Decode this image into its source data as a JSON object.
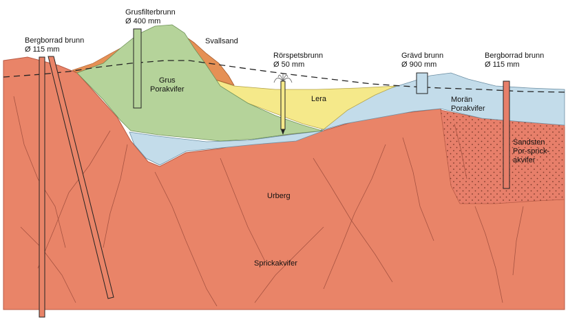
{
  "labels": {
    "bergborrad_left": {
      "line1": "Bergborrad brunn",
      "line2": "Ø 115 mm"
    },
    "grusfilter": {
      "line1": "Grusfilterbrunn",
      "line2": "Ø 400 mm"
    },
    "svallsand": "Svallsand",
    "rorspets": {
      "line1": "Rörspetsbrunn",
      "line2": "Ø 50 mm"
    },
    "gravd": {
      "line1": "Grävd brunn",
      "line2": "Ø 900 mm"
    },
    "bergborrad_right": {
      "line1": "Bergborrad brunn",
      "line2": "Ø 115 mm"
    },
    "grus": {
      "line1": "Grus",
      "line2": "Porakvifer"
    },
    "lera": "Lera",
    "moran": {
      "line1": "Morän",
      "line2": "Porakvifer"
    },
    "sandsten": {
      "line1": "Sandsten",
      "line2": "Por-sprick-",
      "line3": "akvifer"
    },
    "urberg": "Urberg",
    "sprickakvifer": "Sprickakvifer"
  },
  "colors": {
    "bedrock": "#e98468",
    "bedrock_dark": "#c96650",
    "gravel": "#b5d39a",
    "clay": "#f5e98a",
    "moraine": "#c3dcea",
    "swash_sand": "#e59055",
    "sandstone": "#e77f6a",
    "water_table": "#222222"
  }
}
